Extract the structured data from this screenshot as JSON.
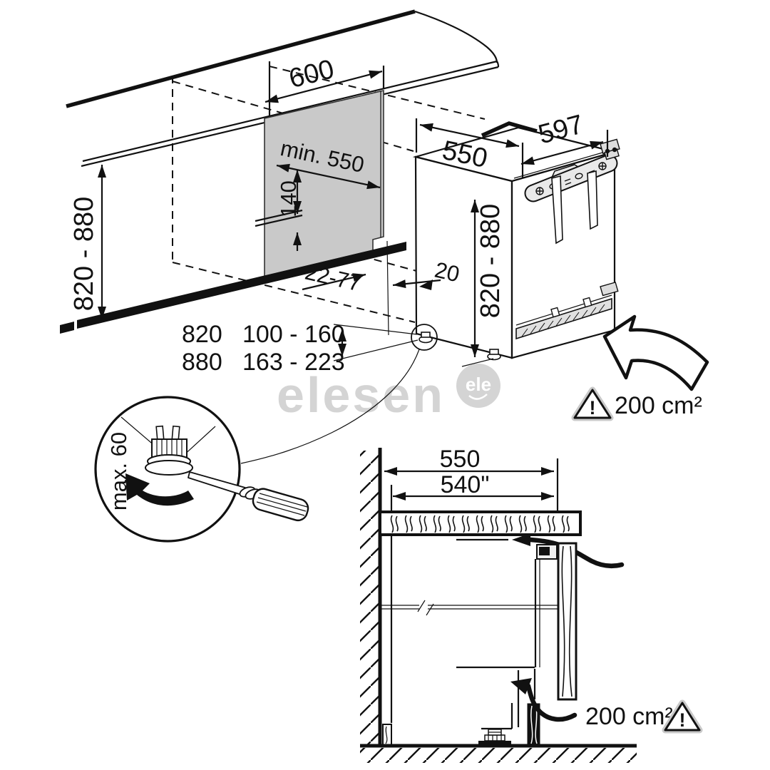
{
  "watermark": {
    "name": "elesen",
    "logo": "ele"
  },
  "colors": {
    "panel_grey": "#c9c9c9",
    "bracket_grey": "#e9e9e9",
    "watermark_grey": "#d4d4d4"
  },
  "iso": {
    "niche_width": "600",
    "niche_min_depth": "min. 550",
    "outlet_height": "140",
    "plinth_recess": "22-77",
    "niche_height": "820 - 880",
    "rear_gap": "20",
    "appliance_depth": "550",
    "appliance_width": "597",
    "appliance_height": "820 - 880",
    "vent_area": "200 cm²",
    "foot_rows": [
      {
        "niche": "820",
        "range": "100 - 160"
      },
      {
        "niche": "880",
        "range": "163 - 223"
      }
    ]
  },
  "detail": {
    "max_turn": "max. 60"
  },
  "section": {
    "counter_depth": "550",
    "fitting_depth": "540\"",
    "vent_area": "200 cm²"
  },
  "icons": {
    "warning": "!"
  }
}
